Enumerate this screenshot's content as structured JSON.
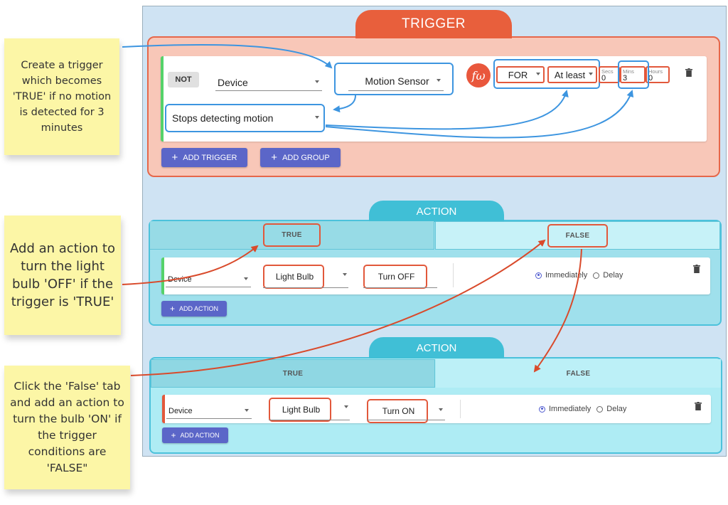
{
  "notes": {
    "note1": "Create a trigger which becomes 'TRUE' if no motion is detected for 3 minutes",
    "note2": "Add an action to turn the light bulb 'OFF' if the trigger is 'TRUE'",
    "note3": "Click the 'False' tab and add an action to turn the bulb 'ON' if the trigger conditions are 'FALSE\""
  },
  "trigger": {
    "tab_label": "TRIGGER",
    "not_label": "NOT",
    "device_label": "Device",
    "sensor_label": "Motion Sensor",
    "event_label": "Stops detecting motion",
    "fw_symbol": "fω",
    "for_label": "FOR",
    "qualifier_label": "At least",
    "secs_label": "Secs",
    "secs_value": "0",
    "mins_label": "Mins",
    "mins_value": "3",
    "hours_label": "Hours",
    "hours_value": "0",
    "add_trigger_label": "ADD TRIGGER",
    "add_group_label": "ADD GROUP",
    "plus": "+"
  },
  "action1": {
    "tab_label": "ACTION",
    "true_label": "TRUE",
    "false_label": "FALSE",
    "device_label": "Device",
    "target_label": "Light Bulb",
    "command_label": "Turn OFF",
    "immediately_label": "Immediately",
    "delay_label": "Delay",
    "add_action_label": "ADD ACTION",
    "plus": "+"
  },
  "action2": {
    "tab_label": "ACTION",
    "true_label": "TRUE",
    "false_label": "FALSE",
    "device_label": "Device",
    "target_label": "Light Bulb",
    "command_label": "Turn ON",
    "immediately_label": "Immediately",
    "delay_label": "Delay",
    "add_action_label": "ADD ACTION",
    "plus": "+"
  },
  "colors": {
    "trigger_accent": "#e85f3c",
    "action_accent": "#40bfd6",
    "highlight_blue": "#3d95e0",
    "highlight_red": "#e2583b",
    "button_blue": "#5b66c8",
    "note_yellow": "#fcf6a6"
  }
}
